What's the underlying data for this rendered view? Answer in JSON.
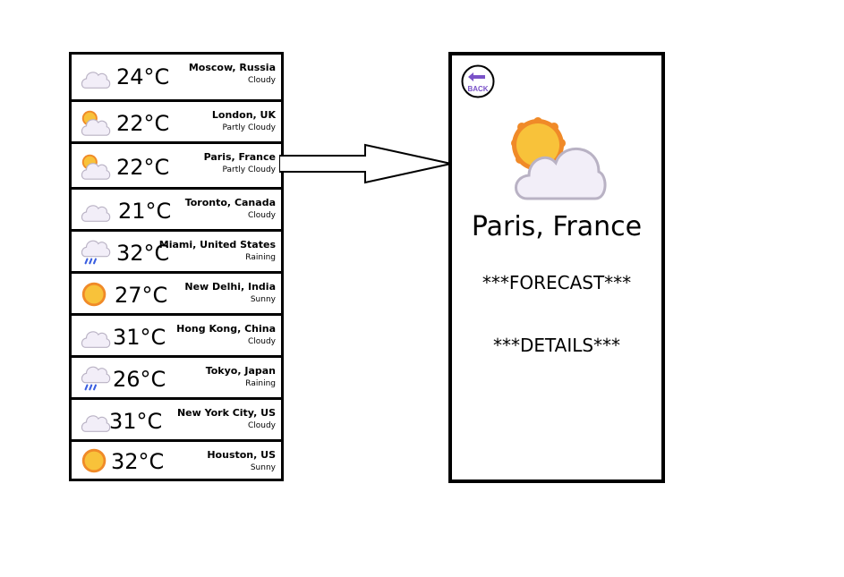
{
  "cities": [
    {
      "temp": "24°C",
      "name": "Moscow, Russia",
      "condition": "Cloudy",
      "icon": "cloud-icon"
    },
    {
      "temp": "22°C",
      "name": "London, UK",
      "condition": "Partly Cloudy",
      "icon": "partly-cloudy-icon"
    },
    {
      "temp": "22°C",
      "name": "Paris, France",
      "condition": "Partly Cloudy",
      "icon": "partly-cloudy-icon"
    },
    {
      "temp": "21°C",
      "name": "Toronto, Canada",
      "condition": "Cloudy",
      "icon": "cloud-icon"
    },
    {
      "temp": "32°C",
      "name": "Miami, United States",
      "condition": "Raining",
      "icon": "rain-icon"
    },
    {
      "temp": "27°C",
      "name": "New Delhi, India",
      "condition": "Sunny",
      "icon": "sun-icon"
    },
    {
      "temp": "31°C",
      "name": "Hong Kong, China",
      "condition": "Cloudy",
      "icon": "cloud-icon"
    },
    {
      "temp": "26°C",
      "name": "Tokyo, Japan",
      "condition": "Raining",
      "icon": "rain-icon"
    },
    {
      "temp": "31°C",
      "name": "New York City, US",
      "condition": "Cloudy",
      "icon": "cloud-icon"
    },
    {
      "temp": "32°C",
      "name": "Houston, US",
      "condition": "Sunny",
      "icon": "sun-icon"
    }
  ],
  "detail": {
    "back_label": "BACK",
    "city": "Paris, France",
    "forecast": "***FORECAST***",
    "details": "***DETAILS***",
    "icon": "partly-cloudy-icon"
  },
  "colors": {
    "cloud_fill": "#f2eef8",
    "cloud_stroke": "#b9b2c4",
    "sun_fill": "#f8c23a",
    "sun_ray": "#f08a28",
    "rain": "#3a5ee0",
    "back_accent": "#7a52c8"
  }
}
